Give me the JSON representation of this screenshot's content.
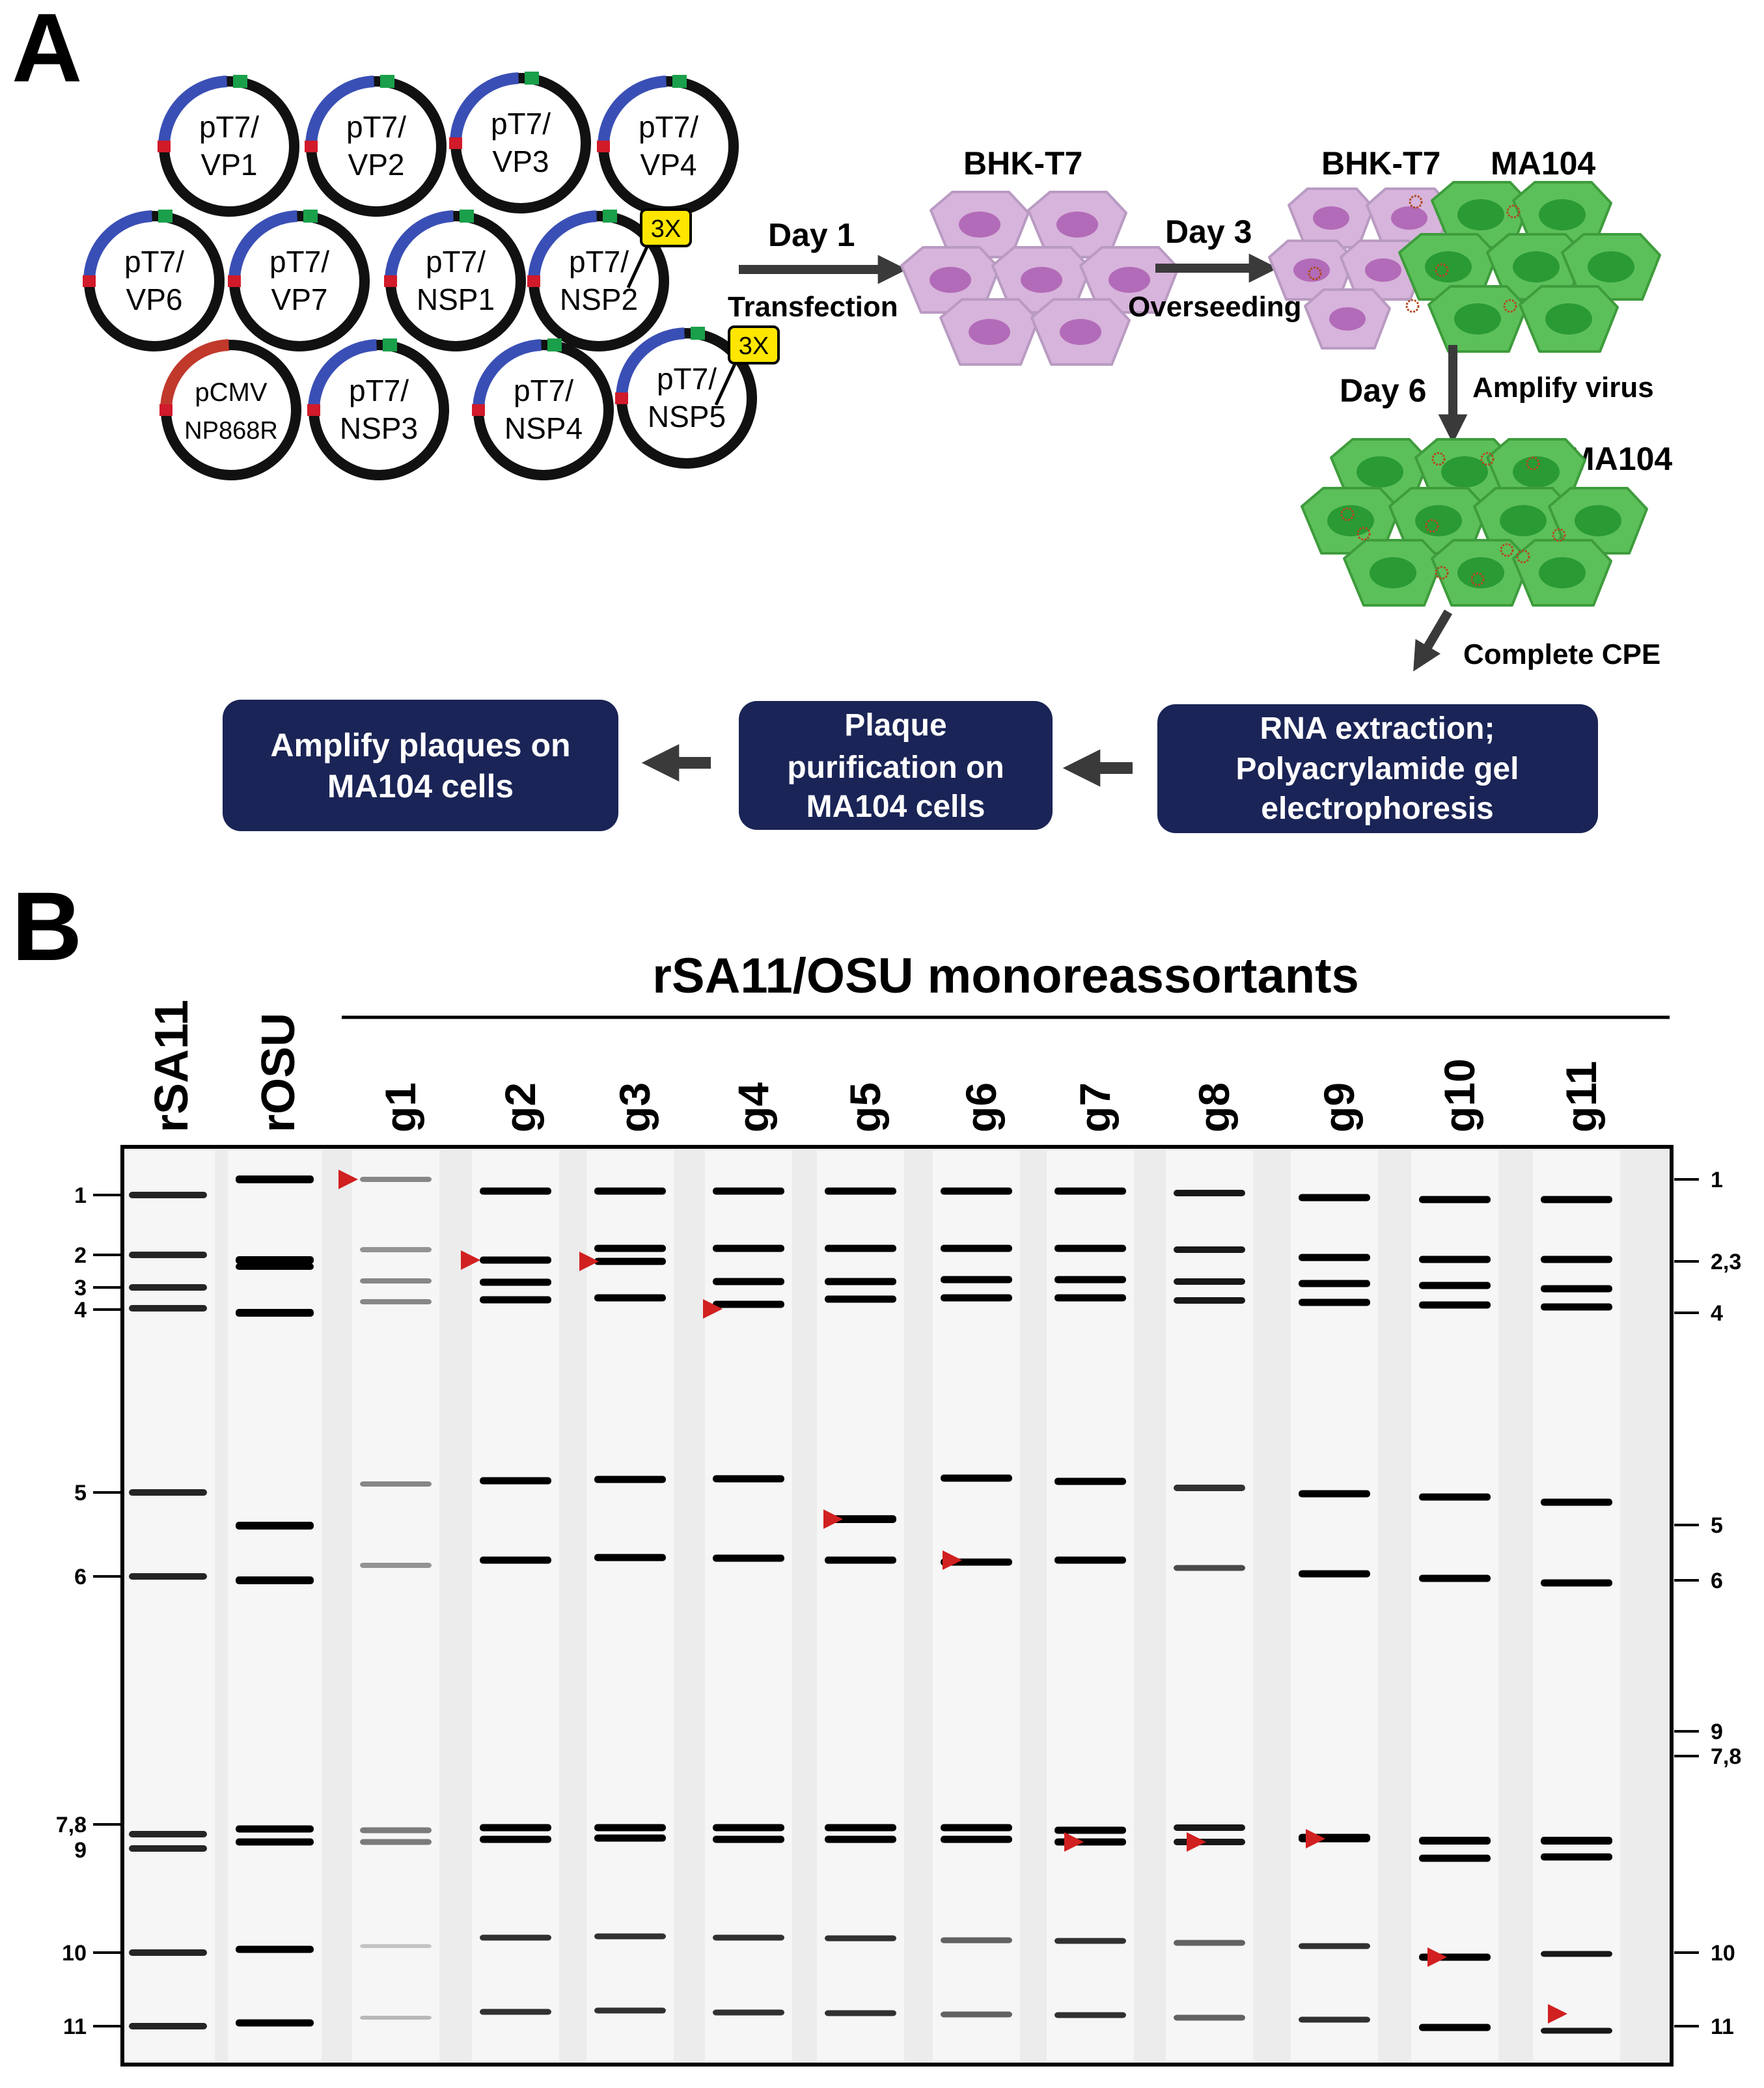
{
  "panels": {
    "a": "A",
    "b": "B"
  },
  "panel_a": {
    "plasmids": [
      {
        "l1": "pT7/",
        "l2": "VP1",
        "tag": ""
      },
      {
        "l1": "pT7/",
        "l2": "VP2",
        "tag": ""
      },
      {
        "l1": "pT7/",
        "l2": "VP3",
        "tag": ""
      },
      {
        "l1": "pT7/",
        "l2": "VP4",
        "tag": ""
      },
      {
        "l1": "pT7/",
        "l2": "VP6",
        "tag": ""
      },
      {
        "l1": "pT7/",
        "l2": "VP7",
        "tag": ""
      },
      {
        "l1": "pT7/",
        "l2": "NSP1",
        "tag": ""
      },
      {
        "l1": "pT7/",
        "l2": "NSP2",
        "tag": "3X"
      },
      {
        "l1": "pCMV",
        "l2": "NP868R",
        "tag": ""
      },
      {
        "l1": "pT7/",
        "l2": "NSP3",
        "tag": ""
      },
      {
        "l1": "pT7/",
        "l2": "NSP4",
        "tag": ""
      },
      {
        "l1": "pT7/",
        "l2": "NSP5",
        "tag": "3X"
      }
    ],
    "day1": "Day 1",
    "transfection": "Transfection",
    "bhk1": "BHK-T7",
    "day3": "Day 3",
    "overseeding": "Overseeding",
    "bhk2": "BHK-T7",
    "ma104_top": "MA104",
    "day6": "Day 6",
    "amplify_virus": "Amplify virus",
    "ma104_mid": "MA104",
    "complete_cpe": "Complete CPE",
    "boxes": [
      {
        "lines": [
          "RNA extraction;",
          "Polyacrylamide gel",
          "electrophoresis"
        ]
      },
      {
        "lines": [
          "Plaque",
          "purification on",
          "MA104 cells"
        ]
      },
      {
        "lines": [
          "Amplify plaques on",
          "MA104 cells"
        ]
      }
    ],
    "colors": {
      "box_fill": "#1a2456",
      "cell_purple": "#d7b4db",
      "cell_green": "#5cc05a",
      "arrow": "#3a3a3a",
      "tag_yellow": "#ffe600",
      "plasmid_blue": "#3a4fb5",
      "plasmid_red_arc": "#c0392b",
      "triangle_red": "#d12020"
    }
  },
  "panel_b": {
    "header": "rSA11/OSU monoreassortants",
    "lanes": [
      "rSA11",
      "rOSU",
      "g1",
      "g2",
      "g3",
      "g4",
      "g5",
      "g6",
      "g7",
      "g8",
      "g9",
      "g10",
      "g11"
    ],
    "left_labels": [
      "1",
      "2",
      "3",
      "4",
      "5",
      "6",
      "7,8",
      "9",
      "10",
      "11"
    ],
    "right_labels": [
      "1",
      "2,3",
      "4",
      "5",
      "6",
      "9",
      "7,8",
      "10",
      "11"
    ]
  }
}
